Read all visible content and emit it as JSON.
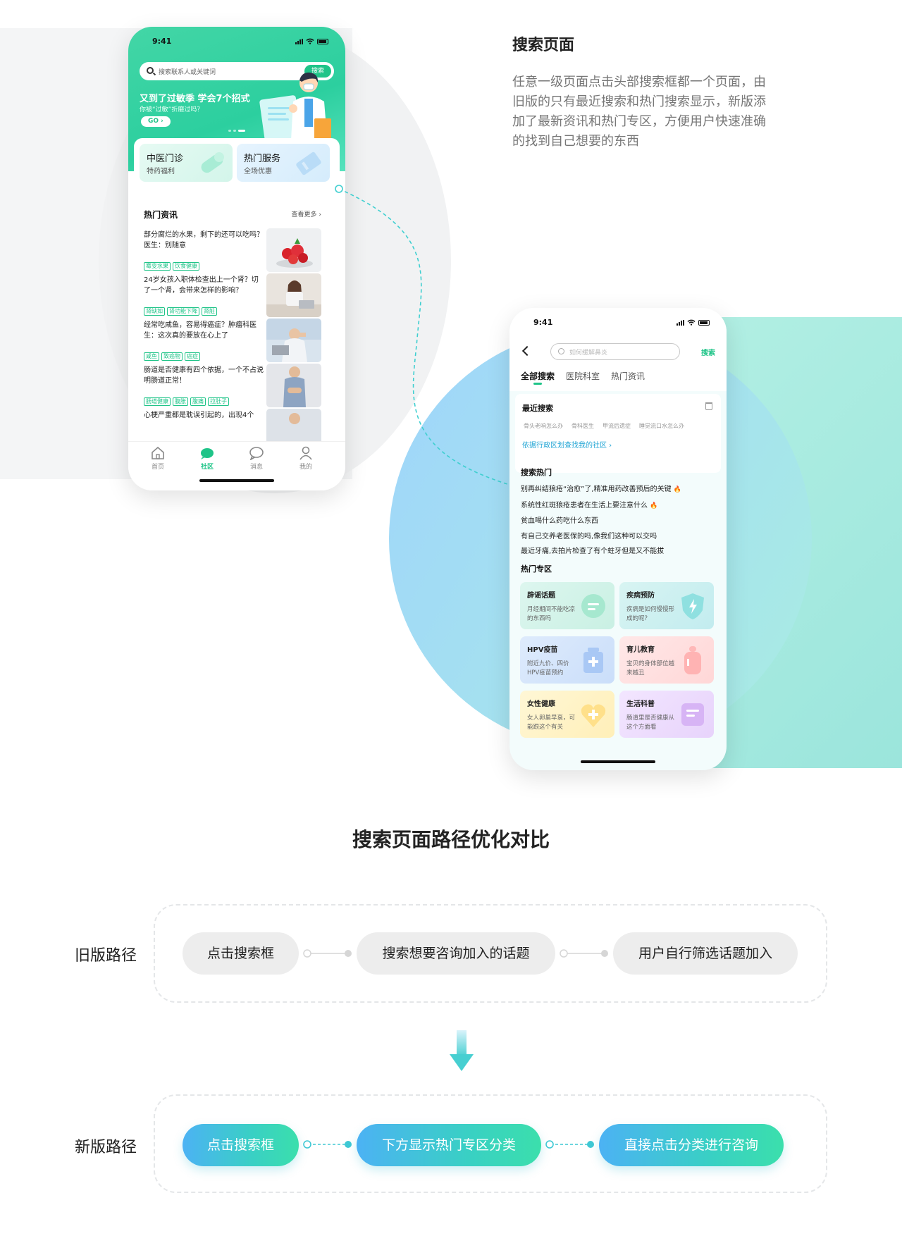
{
  "colors": {
    "brand_green": "#1fc488",
    "link_blue": "#1fa4d4",
    "hot_red": "#f45a3c",
    "old_pill": "#ededed",
    "new_pill_start": "#4cb2f4",
    "new_pill_end": "#3bdfac"
  },
  "phone1": {
    "status_time": "9:41",
    "search": {
      "placeholder": "搜索联系人或关键词",
      "button": "搜索"
    },
    "banner": {
      "title": "又到了过敏季 学会7个招式",
      "subtitle": "你被“过敏”折磨过吗？",
      "cta": "GO"
    },
    "services": [
      {
        "title": "中医门诊",
        "subtitle": "特药福利",
        "icon": "pill-icon"
      },
      {
        "title": "热门服务",
        "subtitle": "全场优惠",
        "icon": "ticket-icon"
      }
    ],
    "news": {
      "heading": "热门资讯",
      "more": "查看更多",
      "items": [
        {
          "title": "部分腐烂的水果，剩下的还可以吃吗？医生：别随意",
          "tags": [
            "霉变水果",
            "饮食健康"
          ]
        },
        {
          "title": "24岁女孩入职体检查出上一个肾？切了一个肾，会带来怎样的影响？",
          "tags": [
            "肾缺如",
            "肾功能下降",
            "肾脏"
          ]
        },
        {
          "title": "经常吃咸鱼，容易得癌症？肿瘤科医生：这次真的要放在心上了",
          "tags": [
            "咸鱼",
            "致癌物",
            "癌症"
          ]
        },
        {
          "title": "肠道是否健康有四个依据，一个不占说明肠道正常！",
          "tags": [
            "肠道健康",
            "腹胀",
            "腹痛",
            "拉肚子"
          ]
        },
        {
          "title": "心梗严重都是耽误引起的，出现4个",
          "tags": []
        }
      ]
    },
    "tabbar": [
      {
        "label": "首页",
        "icon": "home-icon",
        "active": false
      },
      {
        "label": "社区",
        "icon": "community-icon",
        "active": true
      },
      {
        "label": "消息",
        "icon": "message-icon",
        "active": false
      },
      {
        "label": "我的",
        "icon": "profile-icon",
        "active": false
      }
    ]
  },
  "phone2": {
    "status_time": "9:41",
    "search": {
      "placeholder": "如何缓解鼻炎",
      "button": "搜索"
    },
    "tabs": [
      "全部搜索",
      "医院科室",
      "热门资讯"
    ],
    "recent": {
      "heading": "最近搜索",
      "chips": [
        "骨头老响怎么办",
        "骨科医生",
        "甲流后遗症",
        "睡觉流口水怎么办"
      ],
      "link": "依据行政区划查找我的社区"
    },
    "hot": {
      "heading": "搜索热门",
      "items": [
        {
          "text": "别再纠结狼疮“治愈”了,精准用药改善预后的关键",
          "fire": true
        },
        {
          "text": "系统性红斑狼疮患者在生活上要注意什么",
          "fire": true
        },
        {
          "text": "贫血喝什么药吃什么东西",
          "fire": false
        },
        {
          "text": "有自己交养老医保的吗,像我们这种可以交吗",
          "fire": false
        },
        {
          "text": "最近牙痛,去拍片检查了有个蛀牙但是又不能拔",
          "fire": false
        }
      ]
    },
    "zones": {
      "heading": "热门专区",
      "items": [
        {
          "title": "辟谣话题",
          "desc": "月经期间不能吃凉的东西吗",
          "icon": "chat-bubble-icon"
        },
        {
          "title": "疾病预防",
          "desc": "疾病是如何慢慢形成的呢？",
          "icon": "shield-icon"
        },
        {
          "title": "HPV疫苗",
          "desc": "附近九价、四价HPV疫苗预约",
          "icon": "vaccine-bottle-icon"
        },
        {
          "title": "育儿教育",
          "desc": "宝贝的身体部位越来越丑",
          "icon": "baby-bottle-icon"
        },
        {
          "title": "女性健康",
          "desc": "女人卵巢早衰，可能跟这个有关",
          "icon": "heart-plus-icon"
        },
        {
          "title": "生活科普",
          "desc": "肠道里是否健康从这个方面看",
          "icon": "note-icon"
        }
      ]
    }
  },
  "intro": {
    "title": "搜索页面",
    "description": "任意一级页面点击头部搜索框都一个页面，由旧版的只有最近搜索和热门搜索显示，新版添加了最新资讯和热门专区，方便用户快速准确的找到自己想要的东西"
  },
  "comparison": {
    "title": "搜索页面路径优化对比",
    "old": {
      "label": "旧版路径",
      "steps": [
        "点击搜索框",
        "搜索想要咨询加入的话题",
        "用户自行筛选话题加入"
      ]
    },
    "new": {
      "label": "新版路径",
      "steps": [
        "点击搜索框",
        "下方显示热门专区分类",
        "直接点击分类进行咨询"
      ]
    }
  }
}
